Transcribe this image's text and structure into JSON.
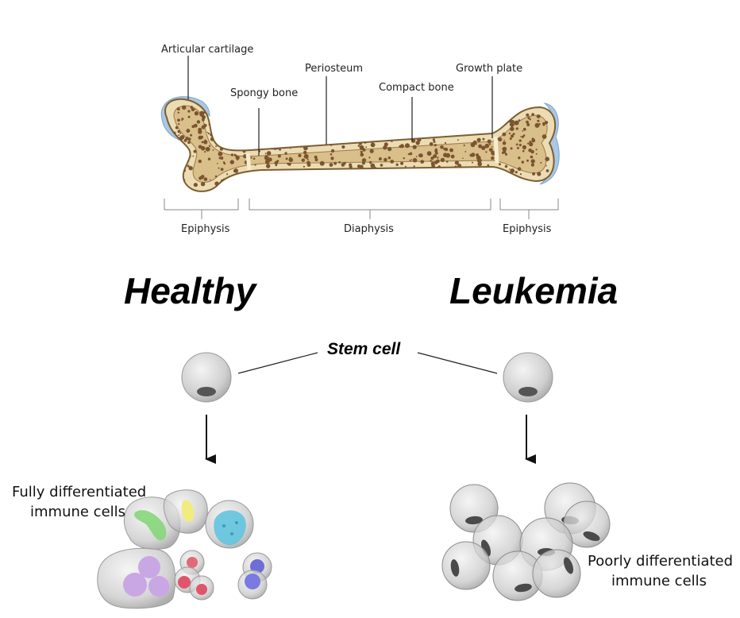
{
  "bone_labels": {
    "articular_cartilage": "Articular cartilage",
    "periosteum": "Periosteum",
    "growth_plate": "Growth plate",
    "spongy_bone": "Spongy bone",
    "compact_bone": "Compact bone",
    "epiphysis_left": "Epiphysis",
    "diaphysis": "Diaphysis",
    "epiphysis_right": "Epiphysis"
  },
  "headings": {
    "healthy": "Healthy",
    "leukemia": "Leukemia"
  },
  "stem_cell_label": "Stem cell",
  "healthy_cells_label": [
    "Fully differentiated",
    "immune cells"
  ],
  "leukemia_cells_label": [
    "Poorly differentiated",
    "immune cells"
  ],
  "colors": {
    "bone_fill": "#e6d3a8",
    "bone_outline": "#8a6a3a",
    "cartilage": "#a9c8e6",
    "marrow_dot": "#7a5530",
    "cell_gray": "#cfcfcf",
    "nucleus_gray": "#555555"
  }
}
